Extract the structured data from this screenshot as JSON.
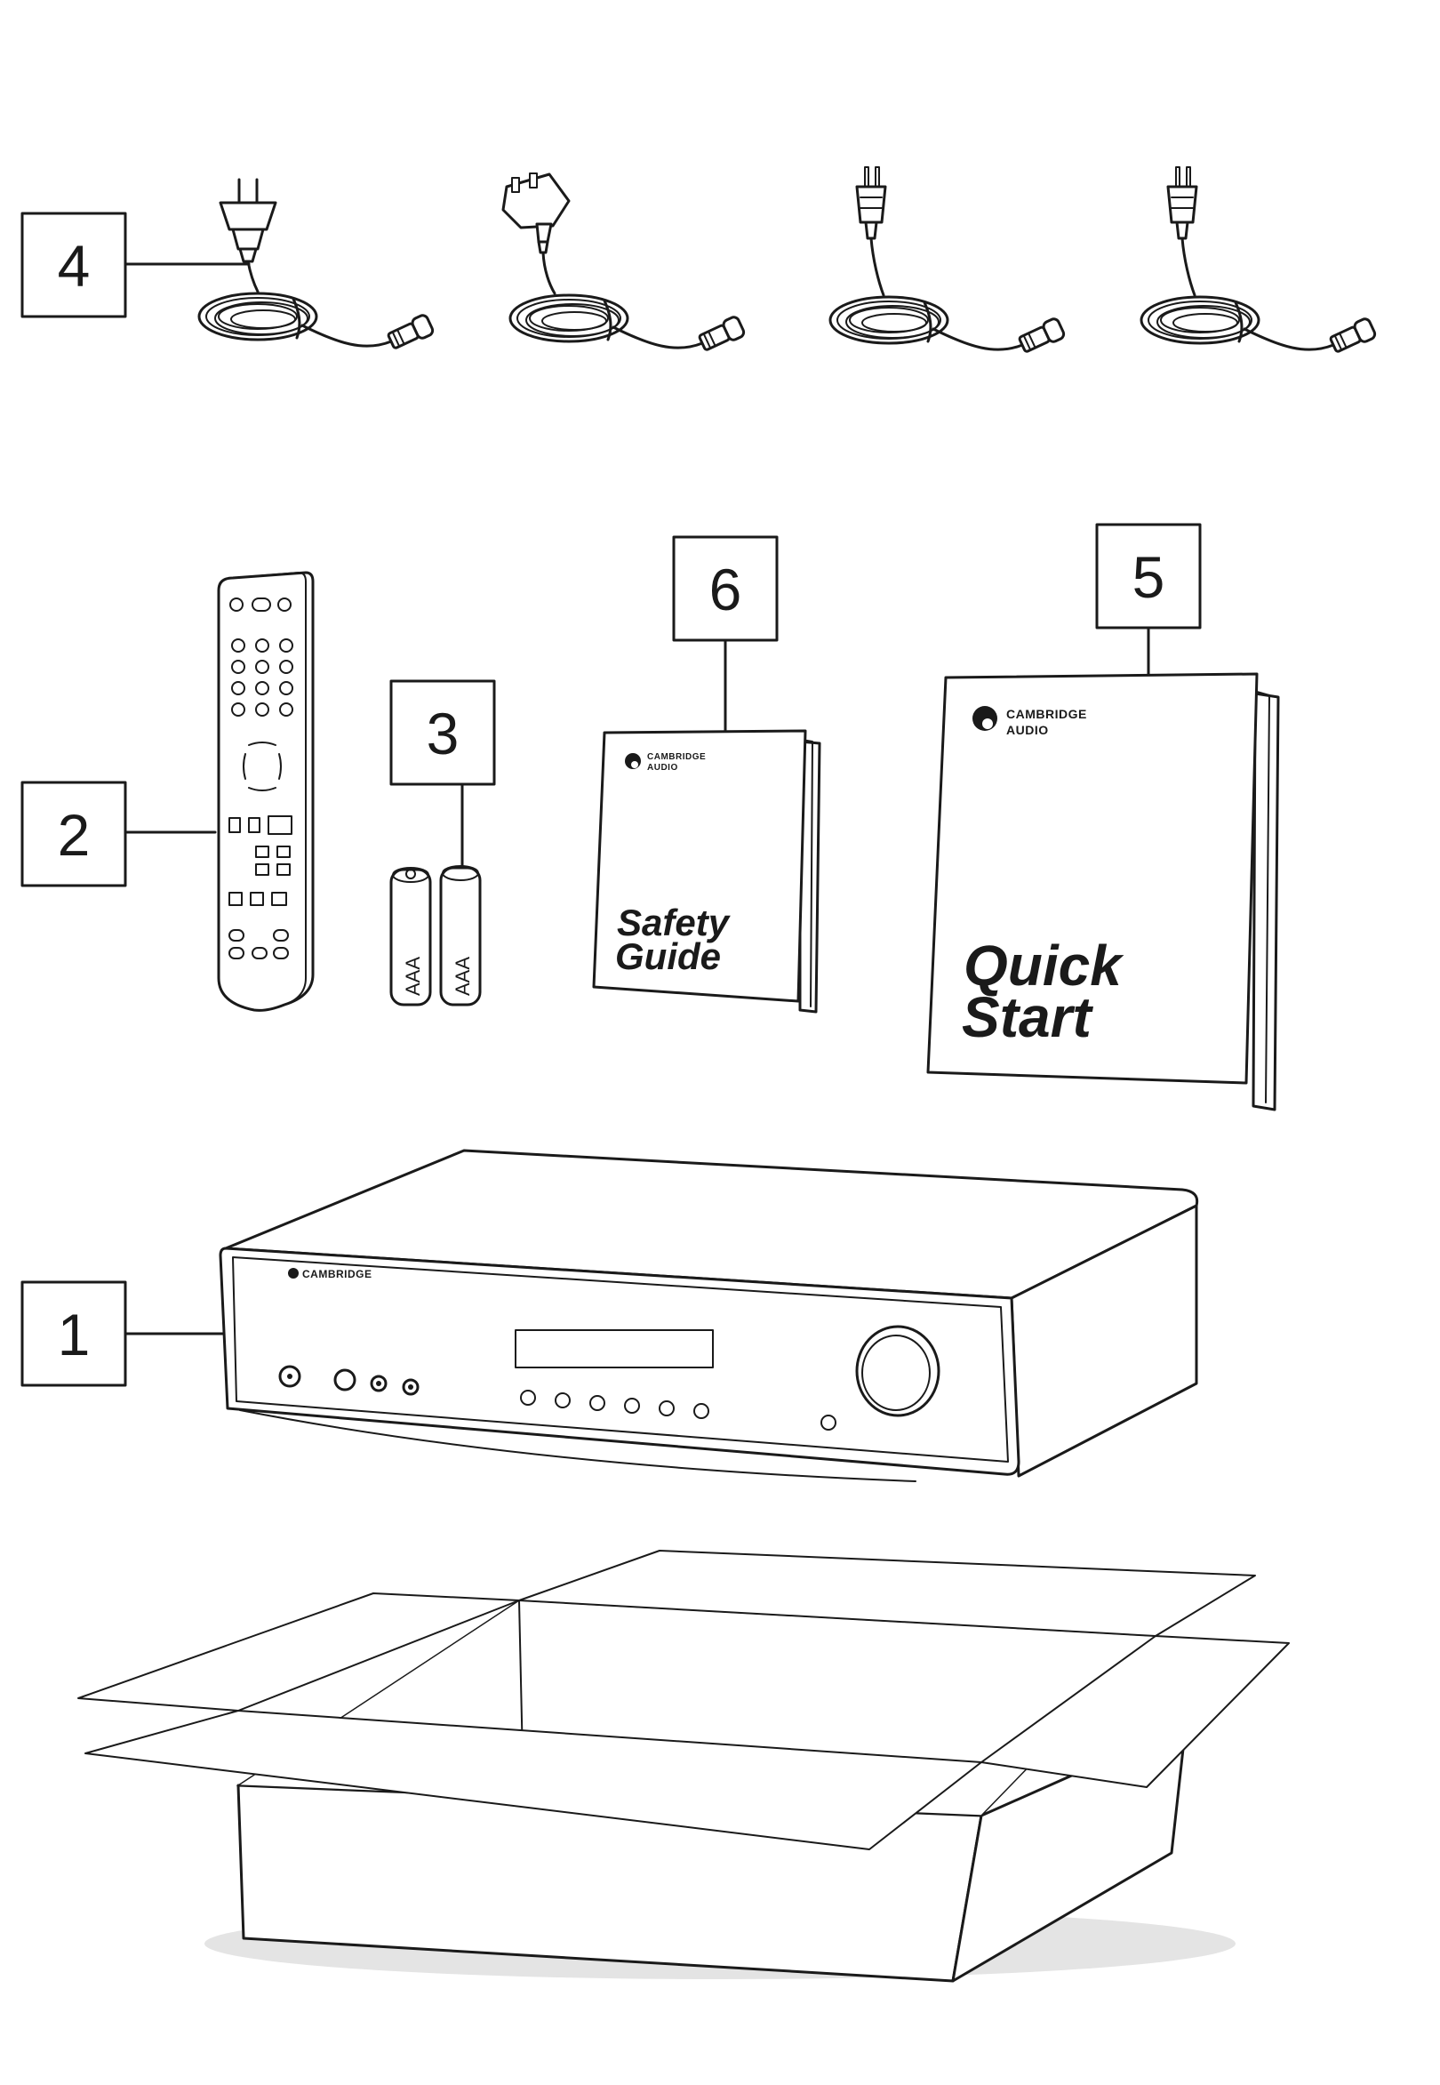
{
  "callouts": {
    "unit": "1",
    "remote": "2",
    "batteries": "3",
    "power_cables": "4",
    "quick_start": "5",
    "safety_guide": "6"
  },
  "amplifier": {
    "brand": "CAMBRIDGE"
  },
  "batteries": {
    "label_left": "AAA",
    "label_right": "AAA"
  },
  "safety_guide": {
    "brand_line1": "CAMBRIDGE",
    "brand_line2": "AUDIO",
    "title_line1": "Safety",
    "title_line2": "Guide"
  },
  "quick_start": {
    "brand_line1": "CAMBRIDGE",
    "brand_line2": "AUDIO",
    "title_line1": "Quick",
    "title_line2": "Start"
  },
  "icons": [
    "eu-plug-icon",
    "uk-plug-icon",
    "us-plug-icon",
    "remote-control-icon",
    "battery-icon",
    "booklet-icon",
    "amplifier-icon",
    "box-icon"
  ]
}
